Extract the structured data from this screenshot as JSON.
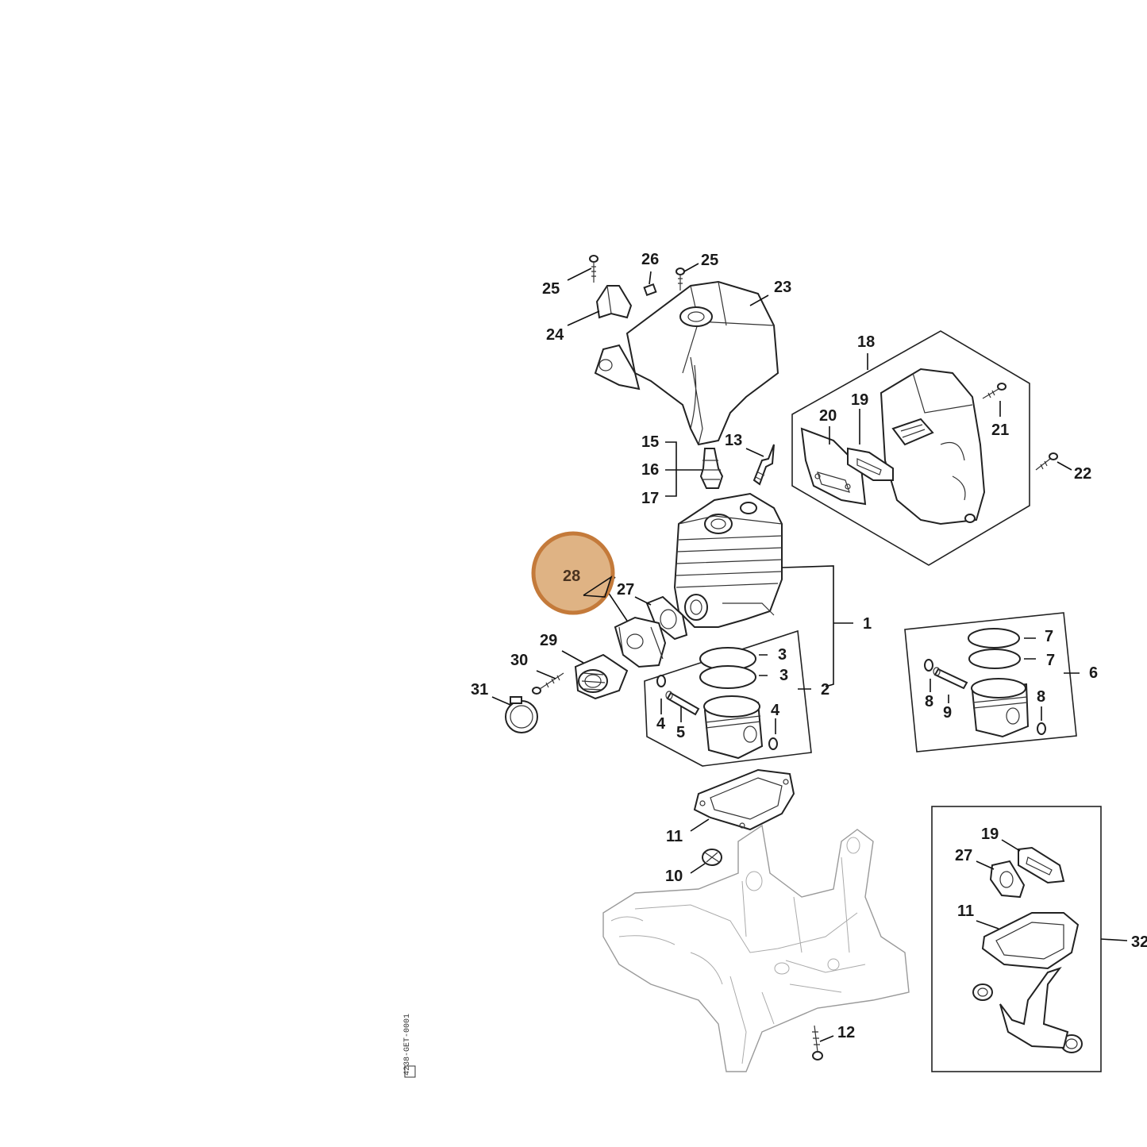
{
  "highlight": {
    "label": "28",
    "color": "#c47a3a",
    "fill": "#dfb384"
  },
  "labels": {
    "p1": "1",
    "p2": "2",
    "p3a": "3",
    "p3b": "3",
    "p4a": "4",
    "p4b": "4",
    "p5": "5",
    "p6": "6",
    "p7a": "7",
    "p7b": "7",
    "p8a": "8",
    "p8b": "8",
    "p9": "9",
    "p10": "10",
    "p11": "11",
    "p11b": "11",
    "p12": "12",
    "p13": "13",
    "p15": "15",
    "p16": "16",
    "p17": "17",
    "p18": "18",
    "p19": "19",
    "p19b": "19",
    "p20": "20",
    "p21": "21",
    "p22": "22",
    "p23": "23",
    "p24": "24",
    "p25a": "25",
    "p25b": "25",
    "p26": "26",
    "p27": "27",
    "p27b": "27",
    "p29": "29",
    "p30": "30",
    "p31": "31",
    "p32": "32"
  },
  "drawing_code": "4238-GET-0001"
}
